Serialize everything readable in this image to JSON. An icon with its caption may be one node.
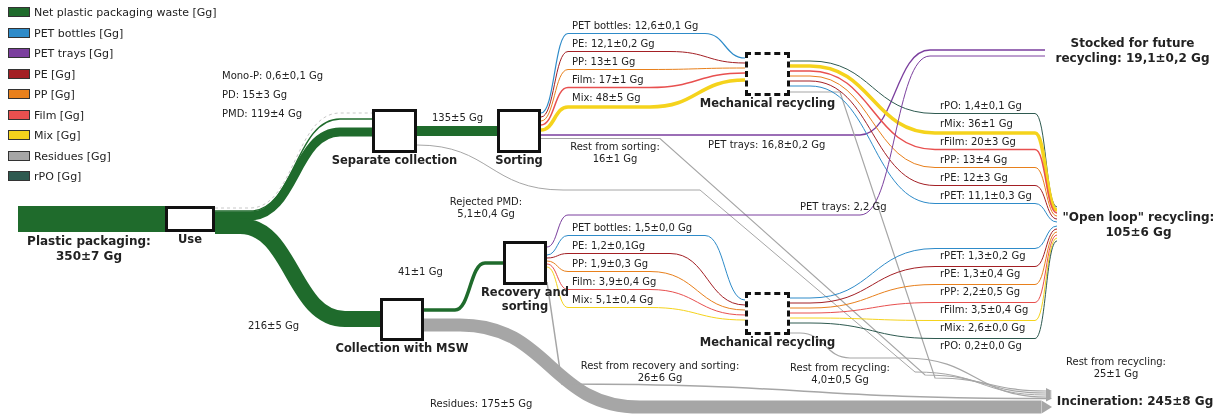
{
  "diagram": {
    "nodes": [
      {
        "text": [
          "Plastic packaging: 350±7 Gg"
        ]
      },
      {
        "text": [
          "Use"
        ]
      },
      {
        "text": [
          "Separate collection"
        ]
      },
      {
        "text": [
          "Sorting"
        ]
      },
      {
        "text": [
          "Mechanical recycling"
        ]
      },
      {
        "text": [
          "Stocked for future recycling: 19,1±0,2 Gg"
        ]
      },
      {
        "text": [
          "\"Open loop\" recycling: 105±6 Gg"
        ]
      },
      {
        "text": [
          "Collection with MSW"
        ]
      },
      {
        "text": [
          "Recovery and sorting"
        ]
      },
      {
        "text": [
          "Mechanical recycling"
        ]
      },
      {
        "text": [
          "Incineration: 245±8 Gg"
        ]
      }
    ],
    "edges": [
      {
        "from": 0,
        "to": 1,
        "arrow": "none",
        "style": "thick",
        "color": "#1f6b2c"
      },
      {
        "from": 1,
        "to": 2,
        "arrow": "none",
        "label": "Mono-P: 0,6±0,1 Gg",
        "style": "dashed",
        "color": "#c8c8c8"
      },
      {
        "from": 1,
        "to": 2,
        "arrow": "none",
        "label": "PD: 15±3 Gg",
        "color": "#1f6b2c"
      },
      {
        "from": 1,
        "to": 2,
        "arrow": "none",
        "label": "PMD: 119±4 Gg",
        "style": "thick",
        "color": "#1f6b2c"
      },
      {
        "from": 1,
        "to": 7,
        "arrow": "none",
        "label": "216±5 Gg",
        "style": "thick",
        "color": "#1f6b2c"
      },
      {
        "from": 2,
        "to": 3,
        "arrow": "none",
        "label": "135±5 Gg",
        "style": "thick",
        "color": "#1f6b2c"
      },
      {
        "from": 2,
        "to": 10,
        "arrow": "to",
        "label": "Rejected PMD: 5,1±0,4 Gg",
        "color": "#a6a6a6"
      },
      {
        "from": 3,
        "to": 4,
        "arrow": "none",
        "label": "PET bottles: 12,6±0,1 Gg",
        "color": "#2e8bc9"
      },
      {
        "from": 3,
        "to": 4,
        "arrow": "none",
        "label": "PE: 12,1±0,2 Gg",
        "color": "#a31f24"
      },
      {
        "from": 3,
        "to": 4,
        "arrow": "none",
        "label": "PP: 13±1 Gg",
        "color": "#e8801c"
      },
      {
        "from": 3,
        "to": 4,
        "arrow": "none",
        "label": "Film: 17±1 Gg",
        "color": "#e8504f"
      },
      {
        "from": 3,
        "to": 4,
        "arrow": "none",
        "label": "Mix: 48±5 Gg",
        "style": "thick",
        "color": "#f5d31c"
      },
      {
        "from": 3,
        "to": 5,
        "arrow": "none",
        "label": "PET trays: 16,8±0,2 Gg",
        "color": "#7b3f9e"
      },
      {
        "from": 3,
        "to": 10,
        "arrow": "to",
        "label": "Rest from sorting: 16±1 Gg",
        "color": "#a6a6a6"
      },
      {
        "from": 4,
        "to": 10,
        "arrow": "to",
        "label": "Rest from recycling: 25±1 Gg",
        "color": "#a6a6a6"
      },
      {
        "from": 4,
        "to": 6,
        "arrow": "none",
        "label": "rPO: 1,4±0,1 Gg",
        "color": "#2e5a50"
      },
      {
        "from": 4,
        "to": 6,
        "arrow": "none",
        "label": "rMix: 36±1 Gg",
        "style": "thick",
        "color": "#f5d31c"
      },
      {
        "from": 4,
        "to": 6,
        "arrow": "none",
        "label": "rFilm: 20±3 Gg",
        "color": "#e8504f"
      },
      {
        "from": 4,
        "to": 6,
        "arrow": "none",
        "label": "rPP: 13±4 Gg",
        "color": "#e8801c"
      },
      {
        "from": 4,
        "to": 6,
        "arrow": "none",
        "label": "rPE: 12±3 Gg",
        "color": "#a31f24"
      },
      {
        "from": 4,
        "to": 6,
        "arrow": "none",
        "label": "rPET: 11,1±0,3 Gg",
        "color": "#2e8bc9"
      },
      {
        "from": 7,
        "to": 8,
        "arrow": "none",
        "label": "41±1 Gg",
        "style": "thick",
        "color": "#1f6b2c"
      },
      {
        "from": 7,
        "to": 10,
        "arrow": "to",
        "label": "Residues: 175±5 Gg",
        "style": "thick",
        "color": "#a6a6a6"
      },
      {
        "from": 8,
        "to": 9,
        "arrow": "none",
        "label": "PET bottles: 1,5±0,0 Gg",
        "color": "#2e8bc9"
      },
      {
        "from": 8,
        "to": 9,
        "arrow": "none",
        "label": "PE: 1,2±0,1Gg",
        "color": "#a31f24"
      },
      {
        "from": 8,
        "to": 9,
        "arrow": "none",
        "label": "PP: 1,9±0,3 Gg",
        "color": "#e8801c"
      },
      {
        "from": 8,
        "to": 9,
        "arrow": "none",
        "label": "Film: 3,9±0,4 Gg",
        "color": "#e8504f"
      },
      {
        "from": 8,
        "to": 9,
        "arrow": "none",
        "label": "Mix: 5,1±0,4 Gg",
        "color": "#f5d31c"
      },
      {
        "from": 8,
        "to": 5,
        "arrow": "none",
        "label": "PET trays: 2,2 Gg",
        "color": "#7b3f9e"
      },
      {
        "from": 8,
        "to": 10,
        "arrow": "to",
        "label": "Rest from recovery and sorting: 26±6 Gg",
        "color": "#a6a6a6"
      },
      {
        "from": 9,
        "to": 6,
        "arrow": "none",
        "label": "rPET: 1,3±0,2 Gg",
        "color": "#2e8bc9"
      },
      {
        "from": 9,
        "to": 6,
        "arrow": "none",
        "label": "rPE: 1,3±0,4 Gg",
        "color": "#a31f24"
      },
      {
        "from": 9,
        "to": 6,
        "arrow": "none",
        "label": "rPP: 2,2±0,5 Gg",
        "color": "#e8801c"
      },
      {
        "from": 9,
        "to": 6,
        "arrow": "none",
        "label": "rFilm: 3,5±0,4 Gg",
        "color": "#e8504f"
      },
      {
        "from": 9,
        "to": 6,
        "arrow": "none",
        "label": "rMix: 2,6±0,0 Gg",
        "color": "#f5d31c"
      },
      {
        "from": 9,
        "to": 6,
        "arrow": "none",
        "label": "rPO: 0,2±0,0 Gg",
        "color": "#2e5a50"
      },
      {
        "from": 9,
        "to": 10,
        "arrow": "to",
        "label": "Rest from recycling: 4,0±0,5 Gg",
        "color": "#a6a6a6"
      }
    ],
    "legend": [
      {
        "text": "Net plastic packaging waste [Gg]",
        "color": "#1f6b2c"
      },
      {
        "text": "PET bottles [Gg]",
        "color": "#2e8bc9"
      },
      {
        "text": "PET trays [Gg]",
        "color": "#7b3f9e"
      },
      {
        "text": "PE [Gg]",
        "color": "#a31f24"
      },
      {
        "text": "PP [Gg]",
        "color": "#e8801c"
      },
      {
        "text": "Film [Gg]",
        "color": "#e8504f"
      },
      {
        "text": "Mix [Gg]",
        "color": "#f5d31c"
      },
      {
        "text": "Residues [Gg]",
        "color": "#a6a6a6"
      },
      {
        "text": "rPO [Gg]",
        "color": "#2e5a50"
      }
    ]
  }
}
